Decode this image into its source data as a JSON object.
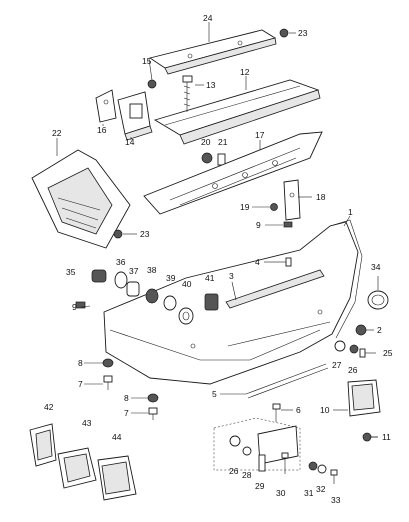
{
  "callouts": [
    {
      "id": "c24",
      "text": "24"
    },
    {
      "id": "c23a",
      "text": "23"
    },
    {
      "id": "c15",
      "text": "15"
    },
    {
      "id": "c13",
      "text": "13"
    },
    {
      "id": "c12",
      "text": "12"
    },
    {
      "id": "c16",
      "text": "16"
    },
    {
      "id": "c14",
      "text": "14"
    },
    {
      "id": "c22",
      "text": "22"
    },
    {
      "id": "c20",
      "text": "20"
    },
    {
      "id": "c21",
      "text": "21"
    },
    {
      "id": "c17",
      "text": "17"
    },
    {
      "id": "c18",
      "text": "18"
    },
    {
      "id": "c19",
      "text": "19"
    },
    {
      "id": "c23b",
      "text": "23"
    },
    {
      "id": "c9a",
      "text": "9"
    },
    {
      "id": "c1",
      "text": "1"
    },
    {
      "id": "c4",
      "text": "4"
    },
    {
      "id": "c34",
      "text": "34"
    },
    {
      "id": "c35",
      "text": "35"
    },
    {
      "id": "c36",
      "text": "36"
    },
    {
      "id": "c37",
      "text": "37"
    },
    {
      "id": "c38",
      "text": "38"
    },
    {
      "id": "c39",
      "text": "39"
    },
    {
      "id": "c40",
      "text": "40"
    },
    {
      "id": "c41",
      "text": "41"
    },
    {
      "id": "c3",
      "text": "3"
    },
    {
      "id": "c9b",
      "text": "9"
    },
    {
      "id": "c2",
      "text": "2"
    },
    {
      "id": "c8",
      "text": "8"
    },
    {
      "id": "c27",
      "text": "27"
    },
    {
      "id": "c26",
      "text": "26"
    },
    {
      "id": "c25",
      "text": "25"
    },
    {
      "id": "c7a",
      "text": "7"
    },
    {
      "id": "c5",
      "text": "5"
    },
    {
      "id": "c8b",
      "text": "8"
    },
    {
      "id": "c42",
      "text": "42"
    },
    {
      "id": "c7b",
      "text": "7"
    },
    {
      "id": "c6",
      "text": "6"
    },
    {
      "id": "c10",
      "text": "10"
    },
    {
      "id": "c43",
      "text": "43"
    },
    {
      "id": "c44",
      "text": "44"
    },
    {
      "id": "c11",
      "text": "11"
    },
    {
      "id": "c26b",
      "text": "26"
    },
    {
      "id": "c28",
      "text": "28"
    },
    {
      "id": "c29",
      "text": "29"
    },
    {
      "id": "c30",
      "text": "30"
    },
    {
      "id": "c31",
      "text": "31"
    },
    {
      "id": "c32",
      "text": "32"
    },
    {
      "id": "c33",
      "text": "33"
    }
  ]
}
